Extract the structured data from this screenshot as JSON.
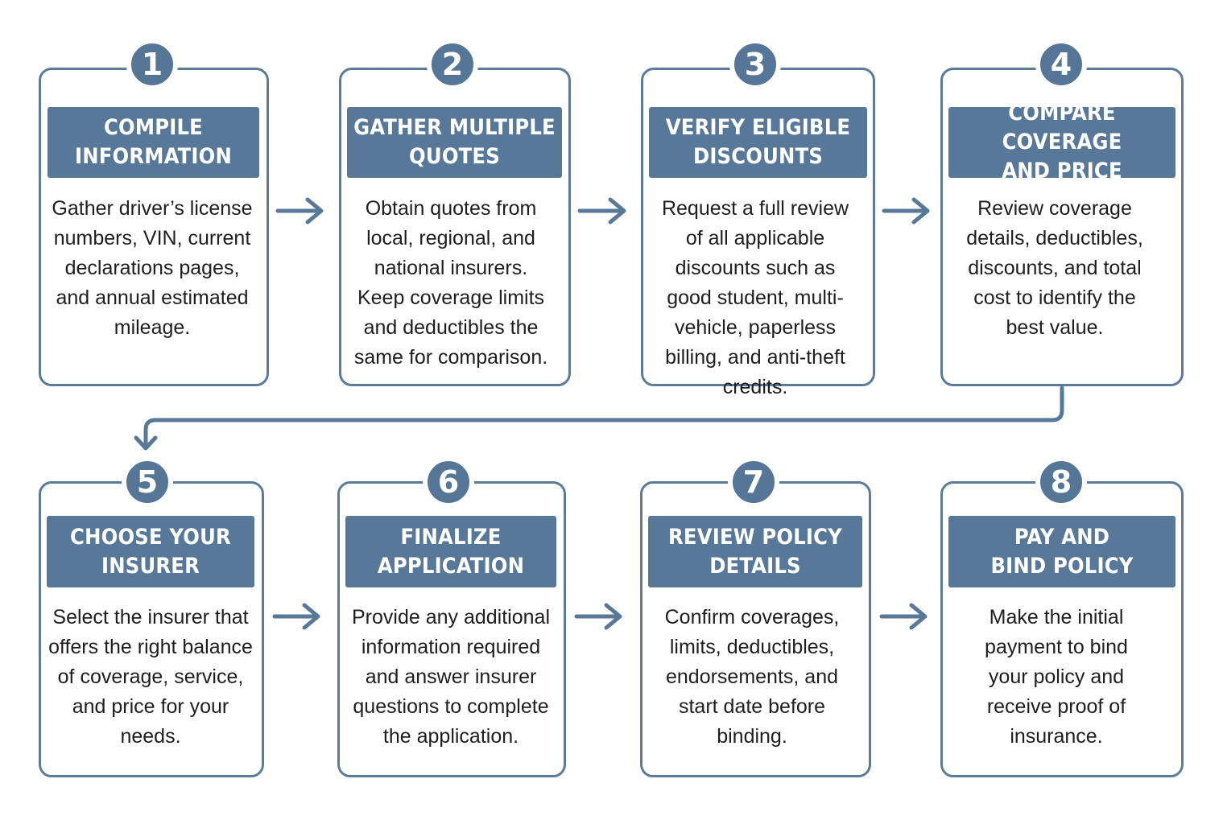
{
  "colors": {
    "accent": "#587899",
    "border": "#5b7b9c",
    "text": "#1e1e1e",
    "background": "#ffffff"
  },
  "steps": [
    {
      "number": "1",
      "title_line1": "COMPILE",
      "title_line2": "INFORMATION",
      "description": "Gather driver’s license numbers, VIN, current declarations pages, and annual estimated mileage."
    },
    {
      "number": "2",
      "title_line1": "GATHER MULTIPLE",
      "title_line2": "QUOTES",
      "description": "Obtain quotes from local, regional, and national insurers. Keep coverage limits and deductibles the same for comparison."
    },
    {
      "number": "3",
      "title_line1": "VERIFY ELIGIBLE",
      "title_line2": "DISCOUNTS",
      "description": "Request a full review of all applicable discounts such as good student, multi-vehicle, paperless billing, and anti-theft credits."
    },
    {
      "number": "4",
      "title_line1": "COMPARE COVERAGE",
      "title_line2": "AND PRICE",
      "description": "Review coverage details, deductibles, discounts, and total cost to identify the best value."
    },
    {
      "number": "5",
      "title_line1": "CHOOSE YOUR",
      "title_line2": "INSURER",
      "description": "Select the insurer that offers the right balance of coverage, service, and price for your needs."
    },
    {
      "number": "6",
      "title_line1": "FINALIZE",
      "title_line2": "APPLICATION",
      "description": "Provide any additional information required and answer insurer questions to complete the application."
    },
    {
      "number": "7",
      "title_line1": "REVIEW POLICY",
      "title_line2": "DETAILS",
      "description": "Confirm coverages, limits, deductibles, endorsements, and start date before binding."
    },
    {
      "number": "8",
      "title_line1": "PAY AND",
      "title_line2": "BIND POLICY",
      "description": "Make the initial payment to bind your policy and receive proof of insurance."
    }
  ]
}
